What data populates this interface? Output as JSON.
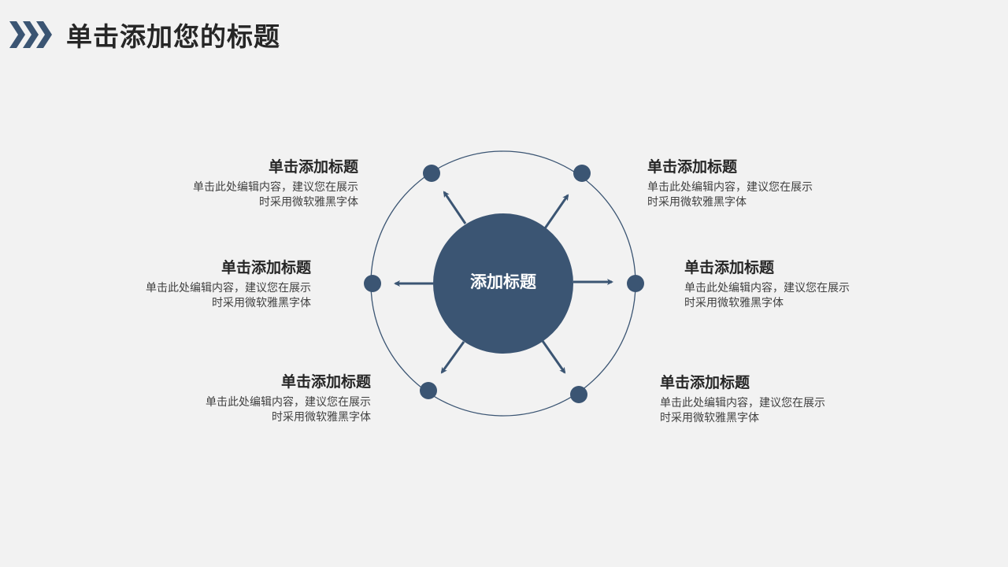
{
  "page": {
    "title": "单击添加您的标题",
    "accent_color": "#3b5573",
    "background_color": "#f2f2f2"
  },
  "icons": {
    "title_decoration": "triple-chevron-right-icon"
  },
  "center": {
    "label": "添加标题"
  },
  "items": [
    {
      "position": "top-left",
      "title": "单击添加标题",
      "line1": "单击此处编辑内容，建议您在展示",
      "line2": "时采用微软雅黑字体"
    },
    {
      "position": "middle-left",
      "title": "单击添加标题",
      "line1": "单击此处编辑内容，建议您在展示",
      "line2": "时采用微软雅黑字体"
    },
    {
      "position": "bottom-left",
      "title": "单击添加标题",
      "line1": "单击此处编辑内容，建议您在展示",
      "line2": "时采用微软雅黑字体"
    },
    {
      "position": "top-right",
      "title": "单击添加标题",
      "line1": "单击此处编辑内容，建议您在展示",
      "line2": "时采用微软雅黑字体"
    },
    {
      "position": "middle-right",
      "title": "单击添加标题",
      "line1": "单击此处编辑内容，建议您在展示",
      "line2": "时采用微软雅黑字体"
    },
    {
      "position": "bottom-right",
      "title": "单击添加标题",
      "line1": "单击此处编辑内容，建议您在展示",
      "line2": "时采用微软雅黑字体"
    }
  ]
}
